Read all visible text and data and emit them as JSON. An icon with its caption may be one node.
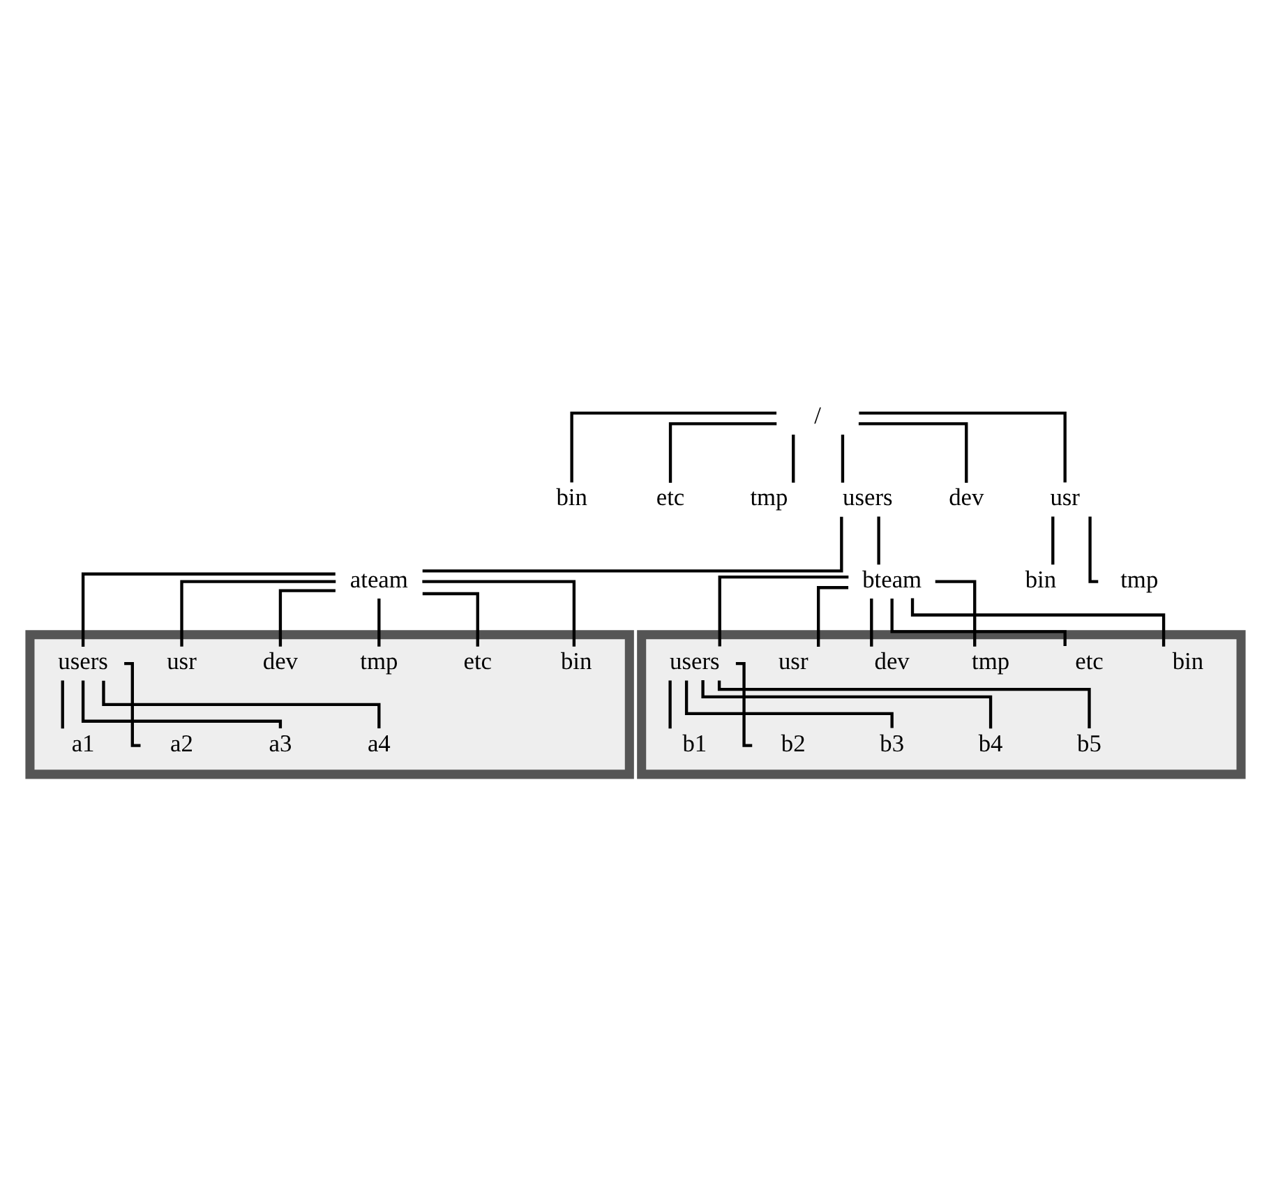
{
  "diagram": {
    "nodes": [
      {
        "text": [
          "/"
        ]
      },
      {
        "text": [
          "bin"
        ]
      },
      {
        "text": [
          "etc"
        ]
      },
      {
        "text": [
          "tmp"
        ]
      },
      {
        "text": [
          "users"
        ]
      },
      {
        "text": [
          "dev"
        ]
      },
      {
        "text": [
          "usr"
        ]
      },
      {
        "text": [
          "bin"
        ]
      },
      {
        "text": [
          "tmp"
        ]
      },
      {
        "text": [
          "ateam"
        ]
      },
      {
        "text": [
          "bteam"
        ]
      },
      {
        "text": [],
        "shape": "box"
      },
      {
        "text": [],
        "shape": "box"
      },
      {
        "text": [
          "bin"
        ],
        "in": 11
      },
      {
        "text": [
          "etc"
        ],
        "in": 11
      },
      {
        "text": [
          "tmp"
        ],
        "in": 11
      },
      {
        "text": [
          "dev"
        ],
        "in": 11
      },
      {
        "text": [
          "usr"
        ],
        "in": 11
      },
      {
        "text": [
          "users"
        ],
        "in": 11
      },
      {
        "text": [
          "a1"
        ],
        "in": 11
      },
      {
        "text": [
          "a2"
        ],
        "in": 11
      },
      {
        "text": [
          "a3"
        ],
        "in": 11
      },
      {
        "text": [
          "a4"
        ],
        "in": 11
      },
      {
        "text": [
          "bin"
        ],
        "in": 12
      },
      {
        "text": [
          "etc"
        ],
        "in": 12
      },
      {
        "text": [
          "tmp"
        ],
        "in": 12
      },
      {
        "text": [
          "dev"
        ],
        "in": 12
      },
      {
        "text": [
          "usr"
        ],
        "in": 12
      },
      {
        "text": [
          "users"
        ],
        "in": 12
      },
      {
        "text": [
          "b1"
        ],
        "in": 12
      },
      {
        "text": [
          "b2"
        ],
        "in": 12
      },
      {
        "text": [
          "b3"
        ],
        "in": 12
      },
      {
        "text": [
          "b4"
        ],
        "in": 12
      },
      {
        "text": [
          "b5"
        ],
        "in": 12
      }
    ],
    "edges": [
      {
        "from": 0,
        "to": 1,
        "arrow": "none"
      },
      {
        "from": 0,
        "to": 2,
        "arrow": "none"
      },
      {
        "from": 0,
        "to": 3,
        "arrow": "none"
      },
      {
        "from": 0,
        "to": 4,
        "arrow": "none"
      },
      {
        "from": 0,
        "to": 5,
        "arrow": "none"
      },
      {
        "from": 0,
        "to": 6,
        "arrow": "none"
      },
      {
        "from": 6,
        "to": 7,
        "arrow": "none"
      },
      {
        "from": 6,
        "to": 8,
        "arrow": "none"
      },
      {
        "from": 4,
        "to": 9,
        "arrow": "none"
      },
      {
        "from": 4,
        "to": 10,
        "arrow": "none"
      },
      {
        "from": 9,
        "to": 13,
        "arrow": "none"
      },
      {
        "from": 9,
        "to": 14,
        "arrow": "none"
      },
      {
        "from": 9,
        "to": 15,
        "arrow": "none"
      },
      {
        "from": 9,
        "to": 18,
        "arrow": "none"
      },
      {
        "from": 9,
        "to": 16,
        "arrow": "none"
      },
      {
        "from": 9,
        "to": 17,
        "arrow": "none"
      },
      {
        "from": 18,
        "to": 19,
        "arrow": "none"
      },
      {
        "from": 18,
        "to": 20,
        "arrow": "none"
      },
      {
        "from": 18,
        "to": 21,
        "arrow": "none"
      },
      {
        "from": 18,
        "to": 22,
        "arrow": "none"
      },
      {
        "from": 10,
        "to": 23,
        "arrow": "none"
      },
      {
        "from": 10,
        "to": 24,
        "arrow": "none"
      },
      {
        "from": 10,
        "to": 25,
        "arrow": "none"
      },
      {
        "from": 10,
        "to": 28,
        "arrow": "none"
      },
      {
        "from": 10,
        "to": 26,
        "arrow": "none"
      },
      {
        "from": 10,
        "to": 27,
        "arrow": "none"
      },
      {
        "from": 28,
        "to": 29,
        "arrow": "none"
      },
      {
        "from": 28,
        "to": 30,
        "arrow": "none"
      },
      {
        "from": 28,
        "to": 31,
        "arrow": "none"
      },
      {
        "from": 28,
        "to": 32,
        "arrow": "none"
      },
      {
        "from": 28,
        "to": 33,
        "arrow": "none"
      }
    ]
  }
}
